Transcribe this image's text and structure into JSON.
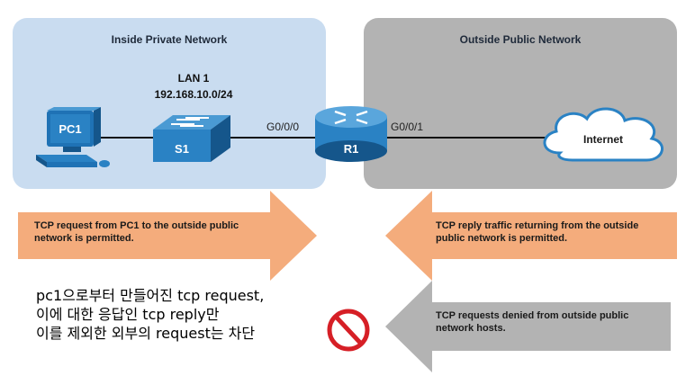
{
  "zones": {
    "inside_title": "Inside Private Network",
    "outside_title": "Outside Public Network"
  },
  "lan": {
    "name": "LAN 1",
    "subnet": "192.168.10.0/24"
  },
  "devices": {
    "pc": "PC1",
    "switch": "S1",
    "router": "R1",
    "internet": "Internet"
  },
  "ports": {
    "inside_port": "G0/0/0",
    "outside_port": "G0/0/1"
  },
  "arrows": {
    "request_permitted": "TCP request from PC1 to the outside public network is permitted.",
    "reply_permitted": "TCP reply traffic returning from the outside public network is permitted.",
    "denied": "TCP requests denied from outside public network hosts."
  },
  "note": {
    "line1": "pc1으로부터 만들어진 tcp request,",
    "line2": "이에 대한 응답인 tcp reply만",
    "line3": "이를 제외한 외부의 request는 차단"
  },
  "colors": {
    "inside_zone": "#c9dcf0",
    "outside_zone": "#b3b3b3",
    "arrow_permitted": "#f4ac7c",
    "arrow_denied": "#b3b3b3",
    "device_blue": "#2a82c4",
    "deny_red": "#d61f26"
  }
}
